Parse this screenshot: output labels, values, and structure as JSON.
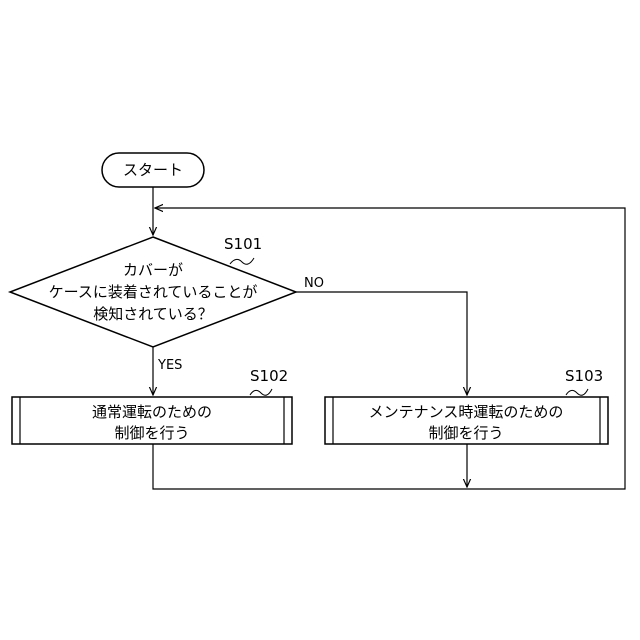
{
  "flowchart": {
    "start": {
      "label": "スタート"
    },
    "decision": {
      "step_id": "S101",
      "lines": [
        "カバーが",
        "ケースに装着されていることが",
        "検知されている？"
      ]
    },
    "yes_label": "YES",
    "no_label": "NO",
    "process_normal": {
      "step_id": "S102",
      "lines": [
        "通常運転のための",
        "制御を行う"
      ]
    },
    "process_maintenance": {
      "step_id": "S103",
      "lines": [
        "メンテナンス時運転のための",
        "制御を行う"
      ]
    }
  }
}
